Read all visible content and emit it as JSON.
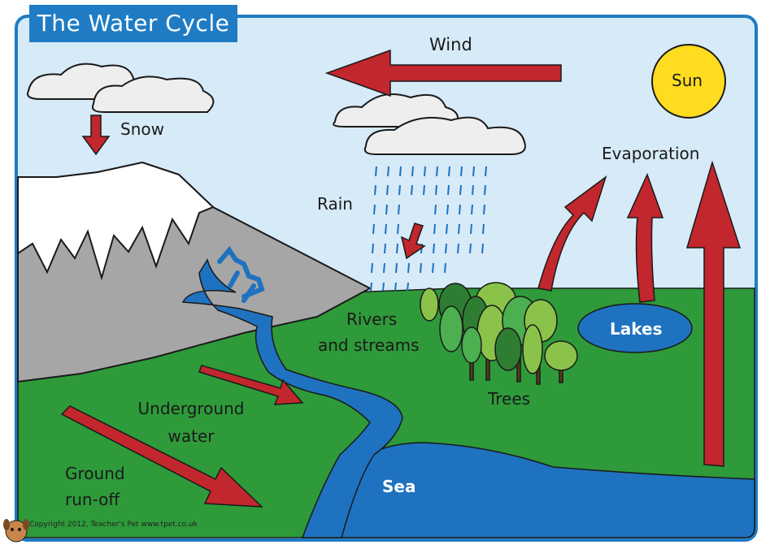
{
  "title": "The Water Cycle",
  "labels": {
    "wind": "Wind",
    "sun": "Sun",
    "snow": "Snow",
    "rain": "Rain",
    "evaporation": "Evaporation",
    "rivers_line1": "Rivers",
    "rivers_line2": "and streams",
    "lakes": "Lakes",
    "trees": "Trees",
    "underground_line1": "Underground",
    "underground_line2": "water",
    "runoff_line1": "Ground",
    "runoff_line2": "run-off",
    "sea": "Sea"
  },
  "copyright": "Copyright 2012, Teacher's Pet www.tpet.co.uk",
  "colors": {
    "sky": "#d6eaf8",
    "grass": "#2e9a3a",
    "water": "#1f72bf",
    "arrow": "#c1272d",
    "sun": "#ffdc1f",
    "mountain": "#a6a6a6",
    "border": "#1f7cc4"
  }
}
